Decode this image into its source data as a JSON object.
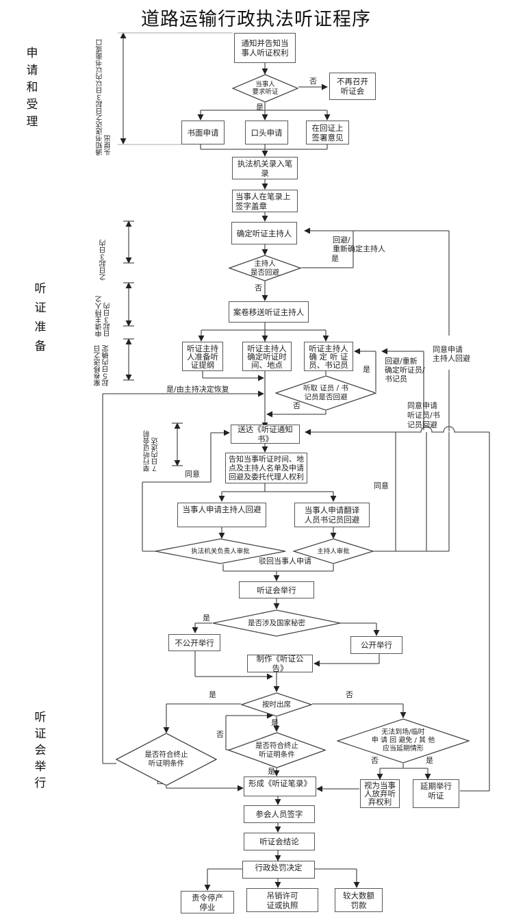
{
  "title": "道路运输行政执法听证程序",
  "sections": {
    "apply": "申\n请\n和\n受\n理",
    "prepare": "听\n证\n准\n备",
    "hold": "听\n证\n会\n举\n行"
  },
  "time_limits": {
    "apply_window": "通知书送达之日起３日以内以书面或口头提出",
    "host_confirm": "之日起３日内",
    "host_apply": "申请主持人之\n日起３日内",
    "file_transfer": "案卷移送之日\n起５日内确定",
    "notice_before": "举行听证会前\n７日内送达"
  },
  "nodes": {
    "notify": "通知并告知当\n事人听证权利",
    "request_q": "当事人\n要求听证",
    "no_hearing": "不再召开\n听证会",
    "written": "书面申请",
    "oral": "口头申请",
    "sign_receipt": "在回证上\n签署意见",
    "record": "执法机关录入笔录",
    "party_sign": "当事人在笔录上\n签字盖章",
    "confirm_host": "确定听证主持人",
    "host_avoid_q": "主持人\n是否回避",
    "transfer": "案卷移送听证主持人",
    "outline": "听证主持\n人准备听\n证提纲",
    "time_place": "听证主持人\n确定听证时\n间、地点",
    "clerk": "听证主持人\n确 定 听 证\n员、书记员",
    "clerk_avoid_q": "听取 证员 / 书\n记员是否回避",
    "send_notice": "送达《听证通知书》",
    "inform": "告知当事听证时间、地\n点及主持人名单及申请\n回避及委托代理人权利",
    "apply_host_avoid": "当事人申请主持人回避",
    "apply_clerk_avoid": "当事人申请翻译\n人员书记员回避",
    "agency_approve": "执法机关负责人审批",
    "host_approve": "主持人审批",
    "hearing": "听证会举行",
    "secret_q": "是否涉及国家秘密",
    "private": "不公开举行",
    "public": "公开举行",
    "announce": "制作《听证公告》",
    "on_time_q": "按时出席",
    "terminate_q1": "是否符合终止\n听证明条件",
    "terminate_q2": "是否符合终止\n听证明条件",
    "delay_q": "无法到场/临时\n申 请 回 避免 / 其 他\n应当延期情形",
    "form_record": "形成《听证笔录》",
    "waive": "视为当事\n人放弃听\n弃权利",
    "postpone": "延期举行\n听证",
    "attendee_sign": "参会人员签字",
    "conclusion": "听证会结论",
    "decision": "行政处罚决定",
    "suspend": "责令停产\n停业",
    "revoke": "吊销许可\n证或执照",
    "fine": "较大数额\n罚款"
  },
  "edge_labels": {
    "no1": "否",
    "yes1": "是",
    "host_redo": "回避/\n重新确定主持人",
    "yes2": "是",
    "no2": "否",
    "yes3": "是",
    "clerk_redo": "回避/重新\n确定听证员/\n书记员",
    "agree_host": "同意申请\n主持人回避",
    "agree_clerk": "同意申请\n听证员/书\n记员回避",
    "resume": "是/由主持决定恢复",
    "no3": "否",
    "agree1": "同意",
    "agree2": "同意",
    "reject": "驳回当事人申请",
    "yes4": "是",
    "yes5": "是",
    "no5": "否",
    "no6": "否",
    "yes6": "是",
    "yes7": "是",
    "no7": "否",
    "no8": "否",
    "yes8": "是"
  }
}
